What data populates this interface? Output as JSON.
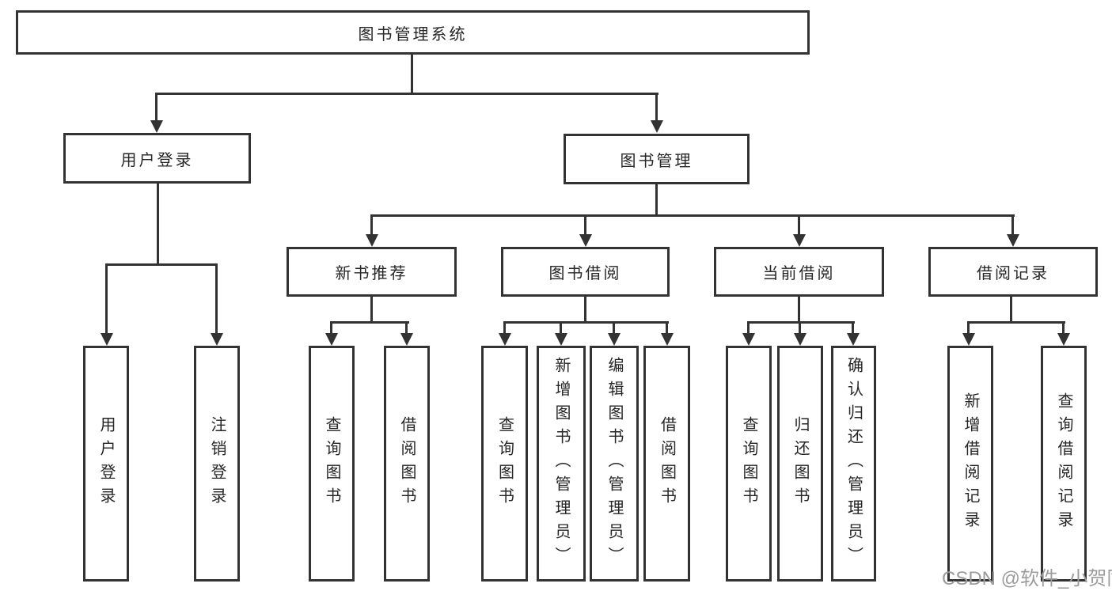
{
  "colors": {
    "line": "#333333",
    "text": "#262626",
    "watermark": "#9c9c9c",
    "background": "#ffffff"
  },
  "nodes": {
    "root": {
      "label": "图书管理系统"
    },
    "user_login": {
      "label": "用户登录"
    },
    "book_mgmt": {
      "label": "图书管理"
    },
    "new_books": {
      "label": "新书推荐"
    },
    "book_borrow": {
      "label": "图书借阅"
    },
    "current_borrow": {
      "label": "当前借阅"
    },
    "borrow_records": {
      "label": "借阅记录"
    },
    "leaf_user_login": {
      "label": "用户登录"
    },
    "leaf_logout": {
      "label": "注销登录"
    },
    "leaf_nb_query": {
      "label": "查询图书"
    },
    "leaf_nb_borrow": {
      "label": "借阅图书"
    },
    "leaf_bb_query": {
      "label": "查询图书"
    },
    "leaf_bb_add": {
      "label": "新增图书（管理员）"
    },
    "leaf_bb_edit": {
      "label": "编辑图书（管理员）"
    },
    "leaf_bb_borrow": {
      "label": "借阅图书"
    },
    "leaf_cb_query": {
      "label": "查询图书"
    },
    "leaf_cb_return": {
      "label": "归还图书"
    },
    "leaf_cb_confirm": {
      "label": "确认归还（管理员）"
    },
    "leaf_br_add": {
      "label": "新增借阅记录"
    },
    "leaf_br_query": {
      "label": "查询借阅记录"
    }
  },
  "watermark": {
    "text": "CSDN @软件_小贺同学"
  }
}
